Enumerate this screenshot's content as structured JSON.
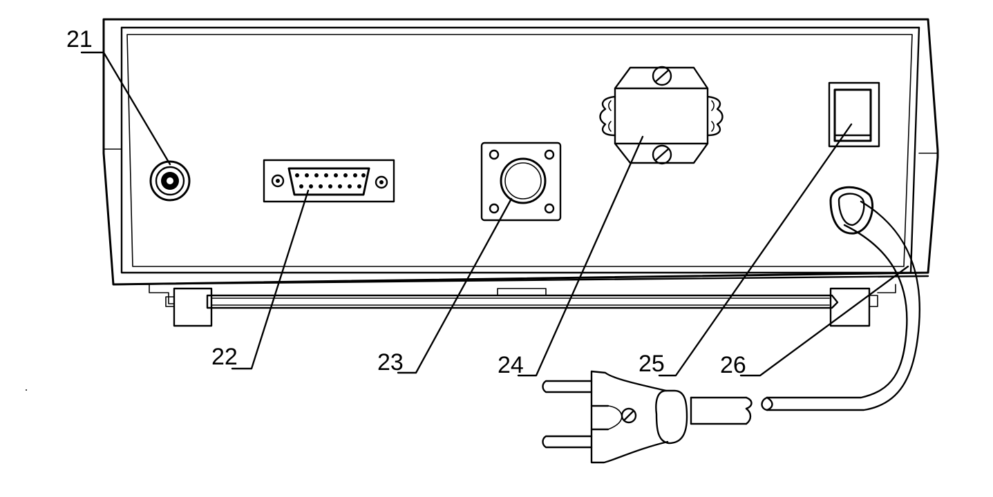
{
  "callouts": [
    {
      "id": "21",
      "label": "21"
    },
    {
      "id": "22",
      "label": "22"
    },
    {
      "id": "23",
      "label": "23"
    },
    {
      "id": "24",
      "label": "24"
    },
    {
      "id": "25",
      "label": "25"
    },
    {
      "id": "26",
      "label": "26"
    }
  ]
}
